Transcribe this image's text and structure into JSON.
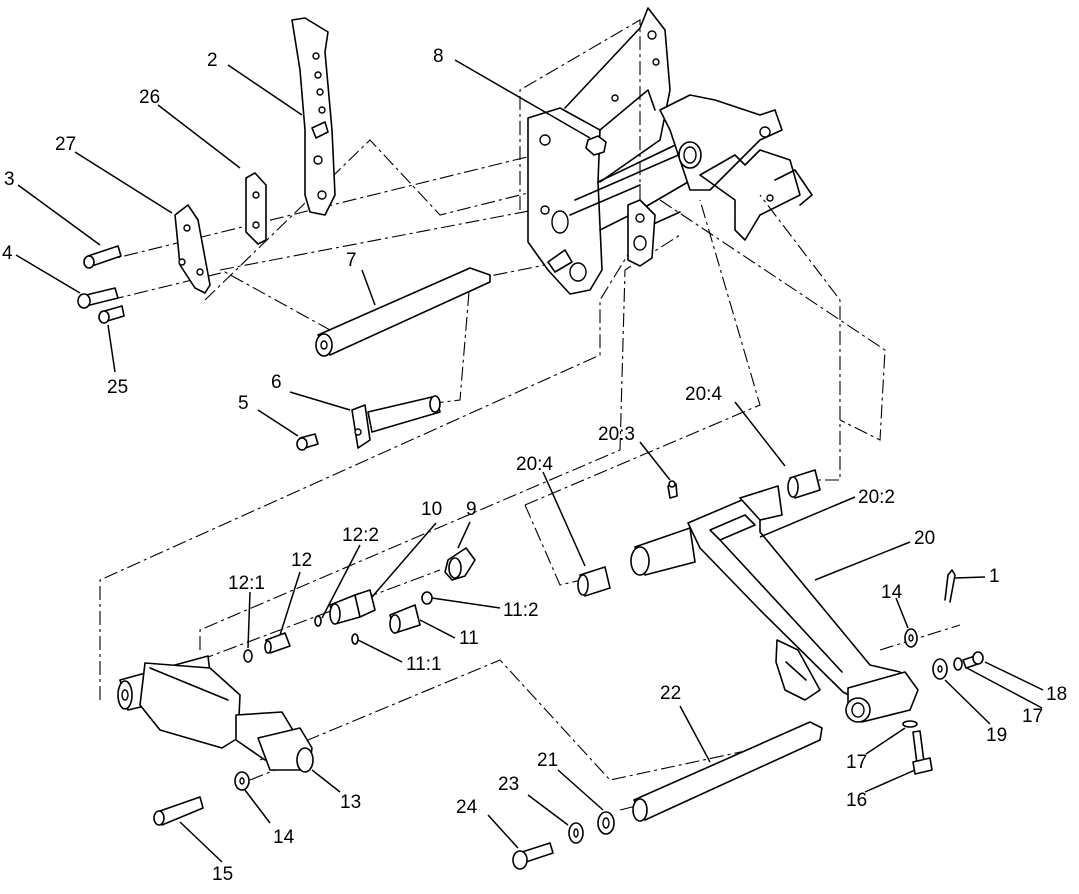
{
  "callouts": {
    "c1": "1",
    "c2": "2",
    "c3": "3",
    "c4": "4",
    "c5": "5",
    "c6": "6",
    "c7": "7",
    "c8": "8",
    "c9": "9",
    "c10": "10",
    "c11": "11",
    "c11_1": "11:1",
    "c11_2": "11:2",
    "c12": "12",
    "c12_1": "12:1",
    "c12_2": "12:2",
    "c13": "13",
    "c14a": "14",
    "c14b": "14",
    "c15": "15",
    "c16": "16",
    "c17a": "17",
    "c17b": "17",
    "c18": "18",
    "c19": "19",
    "c20": "20",
    "c20_2": "20:2",
    "c20_3": "20:3",
    "c20_4a": "20:4",
    "c20_4b": "20:4",
    "c21": "21",
    "c22": "22",
    "c23": "23",
    "c24": "24",
    "c25": "25",
    "c26": "26",
    "c27": "27"
  }
}
